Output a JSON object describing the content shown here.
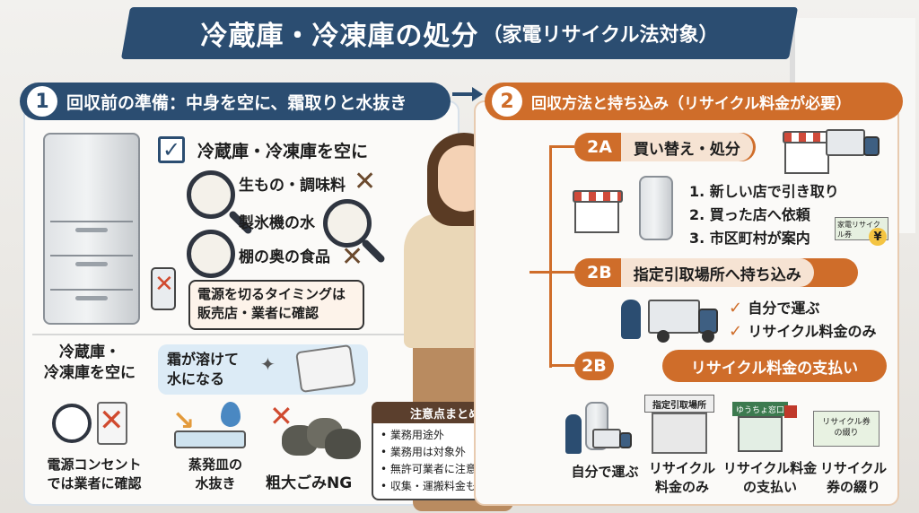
{
  "title": {
    "main": "冷蔵庫・冷凍庫の処分",
    "sub": "（家電リサイクル法対象）"
  },
  "colors": {
    "navy": "#2b4d71",
    "orange": "#cf6d2a"
  },
  "section1": {
    "number": "1",
    "label": "回収前の準備：中身を空に、霜取りと水抜き",
    "checklist_title": "冷蔵庫・冷凍庫を空に",
    "items": [
      "生もの・調味料",
      "製氷機の水",
      "棚の奥の食品"
    ],
    "note": [
      "電源を切るタイミングは",
      "販売店・業者に確認"
    ],
    "empty_title": [
      "冷蔵庫・",
      "冷凍庫を空に"
    ],
    "outlet_caption": [
      "電源コンセント",
      "では業者に確認"
    ],
    "frost": [
      "霜が溶けて",
      "水になる"
    ],
    "tray_caption": [
      "蒸発皿の",
      "水抜き"
    ],
    "garbage_caption": "粗大ごみNG",
    "summary": {
      "title": "注意点まとめ",
      "items": [
        "業務用途外",
        "業務用は対象外",
        "無許可業者に注意",
        "収集・運搬料金も確認"
      ]
    }
  },
  "section2": {
    "number": "2",
    "label": "回収方法と持ち込み（リサイクル料金が必要）",
    "a": {
      "tag": "2A",
      "title": "買い替え・処分",
      "steps": [
        "1. 新しい店で引き取り",
        "2. 買った店へ依頼",
        "3. 市区町村が案内"
      ],
      "ticket": "家電リサイクル券",
      "yen": "¥"
    },
    "b": {
      "tag": "2B",
      "title": "指定引取場所へ持ち込み",
      "checks": [
        "自分で運ぶ",
        "リサイクル料金のみ"
      ]
    },
    "c": {
      "tag": "2B",
      "title": "リサイクル料金の支払い",
      "building_sign": "指定引取場所",
      "post_sign": "ゆうちょ窓口",
      "voucher": [
        "リサイクル券",
        "の綴り"
      ],
      "captions": [
        [
          "自分で運ぶ"
        ],
        [
          "リサイクル",
          "料金のみ"
        ],
        [
          "リサイクル料金",
          "の支払い"
        ],
        [
          "リサイクル",
          "券の綴り"
        ]
      ]
    }
  }
}
